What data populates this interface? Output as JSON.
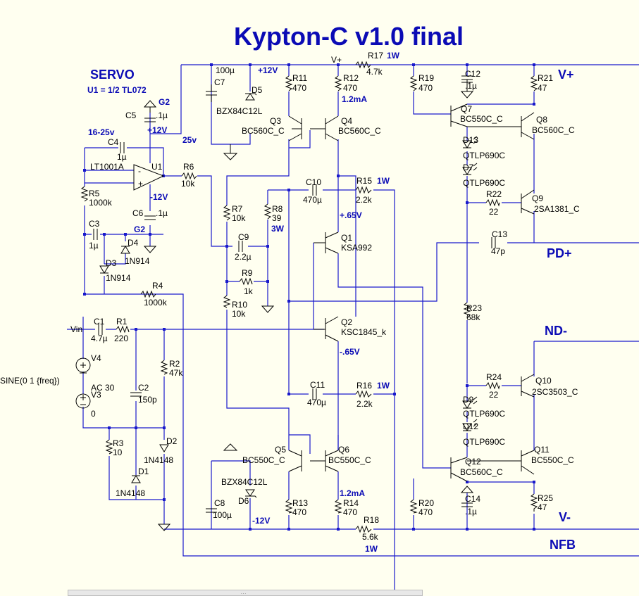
{
  "title": "Kypton-C v1.0 final",
  "servo": {
    "heading": "SERVO",
    "note": "U1 = 1/2 TL072"
  },
  "nets": {
    "g2a": "G2",
    "g2b": "G2",
    "p12a": "+12V",
    "p12b": "+12V",
    "n12a": "-12V",
    "n12b": "-12V",
    "rail16": "16-25v",
    "rail25": "25v",
    "vplus": "V+",
    "vin": "Vin",
    "vp65": "+.65V",
    "vn65": "-.65V",
    "i1": "1.2mA",
    "i2": "1.2mA",
    "out_vplus": "V+",
    "out_pdplus": "PD+",
    "out_ndminus": "ND-",
    "out_vminus": "V-",
    "out_nfb": "NFB"
  },
  "parts": {
    "C5": {
      "ref": "C5",
      "val": ".1µ"
    },
    "C4": {
      "ref": "C4",
      "val": "1µ"
    },
    "U1": {
      "ref": "U1",
      "val": "LT1001A"
    },
    "R5": {
      "ref": "R5",
      "val": "1000k"
    },
    "R6": {
      "ref": "R6",
      "val": "10k"
    },
    "C6": {
      "ref": "C6",
      "val": ".1µ"
    },
    "C3": {
      "ref": "C3",
      "val": "1µ"
    },
    "D4": {
      "ref": "D4",
      "val": "1N914"
    },
    "D3": {
      "ref": "D3",
      "val": "1N914"
    },
    "R4": {
      "ref": "R4",
      "val": "1000k"
    },
    "C7": {
      "ref": "C7",
      "val": "100µ"
    },
    "D5": {
      "ref": "D5",
      "val": "BZX84C12L"
    },
    "R11": {
      "ref": "R11",
      "val": "470"
    },
    "R12": {
      "ref": "R12",
      "val": "470"
    },
    "R17": {
      "ref": "R17",
      "val": "4.7k",
      "extra": "1W"
    },
    "Q3": {
      "ref": "Q3",
      "val": "BC560C_C"
    },
    "Q4": {
      "ref": "Q4",
      "val": "BC560C_C"
    },
    "R7": {
      "ref": "R7",
      "val": "10k"
    },
    "R8": {
      "ref": "R8",
      "val": "39",
      "extra": "3W"
    },
    "C9": {
      "ref": "C9",
      "val": "2.2µ"
    },
    "R9": {
      "ref": "R9",
      "val": "1k"
    },
    "R10": {
      "ref": "R10",
      "val": "10k"
    },
    "C10": {
      "ref": "C10",
      "val": "470µ"
    },
    "R15": {
      "ref": "R15",
      "val": "2.2k",
      "extra": "1W"
    },
    "Q1": {
      "ref": "Q1",
      "val": "KSA992"
    },
    "Q2": {
      "ref": "Q2",
      "val": "KSC1845_k"
    },
    "C11": {
      "ref": "C11",
      "val": "470µ"
    },
    "R16": {
      "ref": "R16",
      "val": "2.2k",
      "extra": "1W"
    },
    "C1": {
      "ref": "C1",
      "val": "4.7µ"
    },
    "R1": {
      "ref": "R1",
      "val": "220"
    },
    "V4": {
      "ref": "V4",
      "val": "SINE(0 1 {freq})"
    },
    "V3": {
      "ref": "V3",
      "val": "AC 30",
      "val2": "0"
    },
    "C2": {
      "ref": "C2",
      "val": "150p"
    },
    "R2": {
      "ref": "R2",
      "val": "47k"
    },
    "R3": {
      "ref": "R3",
      "val": "10"
    },
    "D2": {
      "ref": "D2",
      "val": "1N4148"
    },
    "D1": {
      "ref": "D1",
      "val": "1N4148"
    },
    "Q5": {
      "ref": "Q5",
      "val": "BC550C_C"
    },
    "Q6": {
      "ref": "Q6",
      "val": "BC550C_C"
    },
    "C8": {
      "ref": "C8",
      "val": "100µ"
    },
    "D6": {
      "ref": "D6",
      "val": "BZX84C12L"
    },
    "R13": {
      "ref": "R13",
      "val": "470"
    },
    "R14": {
      "ref": "R14",
      "val": "470"
    },
    "R18": {
      "ref": "R18",
      "val": "5.6k",
      "extra": "1W"
    },
    "R19": {
      "ref": "R19",
      "val": "470"
    },
    "R20": {
      "ref": "R20",
      "val": "470"
    },
    "C12": {
      "ref": "C12",
      "val": ".1µ"
    },
    "C14": {
      "ref": "C14",
      "val": ".1µ"
    },
    "R21": {
      "ref": "R21",
      "val": "47"
    },
    "R25": {
      "ref": "R25",
      "val": "47"
    },
    "Q7": {
      "ref": "Q7",
      "val": "BC550C_C"
    },
    "Q8": {
      "ref": "Q8",
      "val": "BC560C_C"
    },
    "D13": {
      "ref": "D13",
      "val": "QTLP690C"
    },
    "D7": {
      "ref": "D7",
      "val": "QTLP690C"
    },
    "R22": {
      "ref": "R22",
      "val": "22"
    },
    "Q9": {
      "ref": "Q9",
      "val": "2SA1381_C"
    },
    "C13": {
      "ref": "C13",
      "val": "47p"
    },
    "R23": {
      "ref": "R23",
      "val": "68k"
    },
    "R24": {
      "ref": "R24",
      "val": "22"
    },
    "Q10": {
      "ref": "Q10",
      "val": "2SC3503_C"
    },
    "D9": {
      "ref": "D9",
      "val": "QTLP690C"
    },
    "D12": {
      "ref": "D12",
      "val": "QTLP690C"
    },
    "Q11": {
      "ref": "Q11",
      "val": "BC550C_C"
    },
    "Q12": {
      "ref": "Q12",
      "val": "BC560C_C"
    }
  },
  "scrollbar": {
    "grip": "..."
  },
  "colors": {
    "background": "#fffff0",
    "wire": "#1a1acc",
    "label_blue": "#0b0bb5",
    "part": "#000000"
  }
}
